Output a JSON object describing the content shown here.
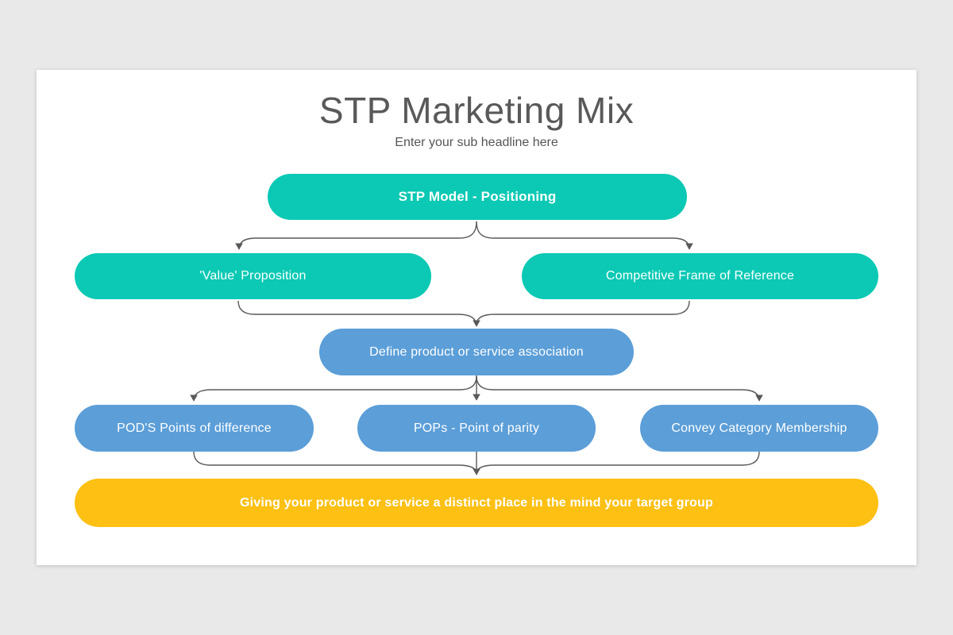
{
  "slide": {
    "title": "STP Marketing Mix",
    "subtitle": "Enter your sub headline here"
  },
  "colors": {
    "page_background": "#e9e9e9",
    "slide_background": "#ffffff",
    "teal": "#0bc9b4",
    "blue": "#5b9ed8",
    "yellow": "#fdc013",
    "connector_line": "#595959",
    "title_text": "#595959",
    "node_text": "#ffffff"
  },
  "diagram": {
    "type": "flowchart",
    "nodes": [
      {
        "id": "stp-model-positioning",
        "label": "STP Model - Positioning",
        "color": "teal",
        "row": 1
      },
      {
        "id": "value-proposition",
        "label": "'Value' Proposition",
        "color": "teal",
        "row": 2
      },
      {
        "id": "competitive-frame-of-reference",
        "label": "Competitive Frame of Reference",
        "color": "teal",
        "row": 2
      },
      {
        "id": "define-product-or-service-association",
        "label": "Define product or service association",
        "color": "blue",
        "row": 3
      },
      {
        "id": "pods-points-of-difference",
        "label": "POD'S Points of difference",
        "color": "blue",
        "row": 4
      },
      {
        "id": "pops-point-of-parity",
        "label": "POPs - Point of parity",
        "color": "blue",
        "row": 4
      },
      {
        "id": "convey-category-membership",
        "label": "Convey Category Membership",
        "color": "blue",
        "row": 4
      },
      {
        "id": "distinct-place-target-group",
        "label": "Giving your product or service a distinct place in the mind your target group",
        "color": "yellow",
        "row": 5
      }
    ],
    "edges": [
      {
        "from": "stp-model-positioning",
        "to": "value-proposition"
      },
      {
        "from": "stp-model-positioning",
        "to": "competitive-frame-of-reference"
      },
      {
        "from": "value-proposition",
        "to": "define-product-or-service-association"
      },
      {
        "from": "competitive-frame-of-reference",
        "to": "define-product-or-service-association"
      },
      {
        "from": "define-product-or-service-association",
        "to": "pods-points-of-difference"
      },
      {
        "from": "define-product-or-service-association",
        "to": "pops-point-of-parity"
      },
      {
        "from": "define-product-or-service-association",
        "to": "convey-category-membership"
      },
      {
        "from": "pods-points-of-difference",
        "to": "distinct-place-target-group"
      },
      {
        "from": "pops-point-of-parity",
        "to": "distinct-place-target-group"
      },
      {
        "from": "convey-category-membership",
        "to": "distinct-place-target-group"
      }
    ]
  }
}
